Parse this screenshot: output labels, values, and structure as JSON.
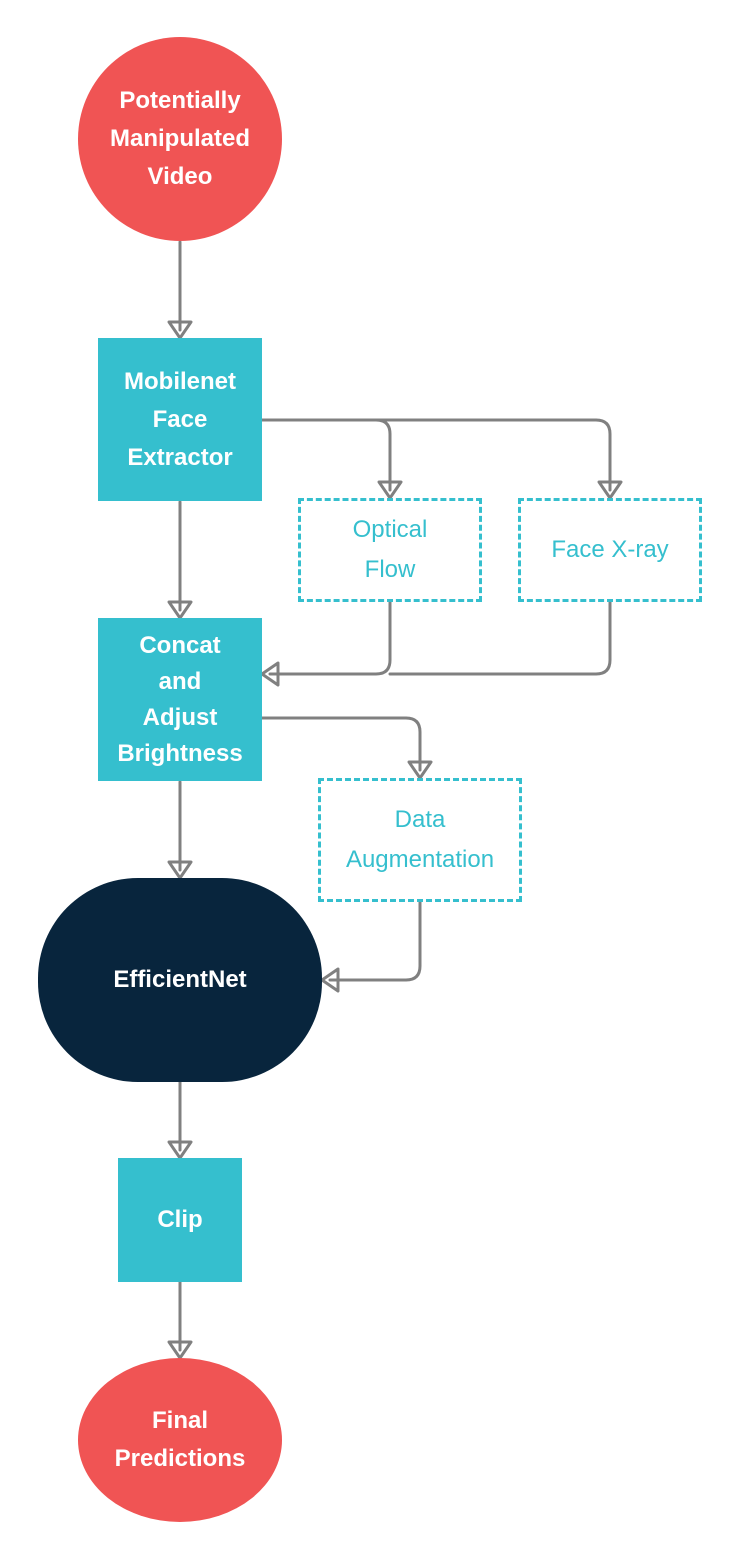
{
  "nodes": {
    "video": [
      "Potentially",
      "Manipulated",
      "Video"
    ],
    "extractor": [
      "Mobilenet",
      "Face",
      "Extractor"
    ],
    "optical": [
      "Optical",
      "Flow"
    ],
    "xray": [
      "Face X-ray"
    ],
    "concat": [
      "Concat",
      "and",
      "Adjust",
      "Brightness"
    ],
    "augment": [
      "Data",
      "Augmentation"
    ],
    "efficient": [
      "EfficientNet"
    ],
    "clip": [
      "Clip"
    ],
    "final": [
      "Final",
      "Predictions"
    ]
  },
  "colors": {
    "terminal": "#f05454",
    "process": "#35bfce",
    "model": "#08253d",
    "connector": "#808080"
  }
}
